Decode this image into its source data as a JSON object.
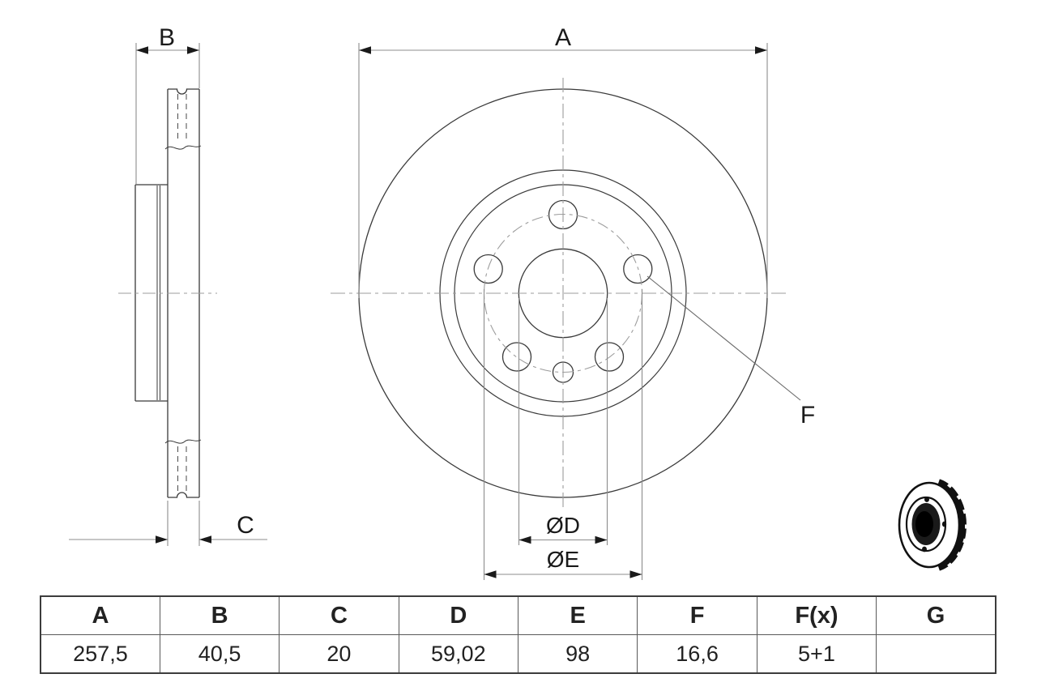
{
  "drawing": {
    "title": "brake-disc-technical-drawing",
    "dim_labels": {
      "A": "A",
      "B": "B",
      "C": "C",
      "D": "ØD",
      "E": "ØE",
      "F": "F"
    },
    "colors": {
      "outline": "#3a3a3a",
      "dimension": "#8c8c8c",
      "centerline": "#9c9c9c",
      "arrow": "#1a1a1a",
      "text": "#1a1a1a",
      "thumbnail": "#111111"
    }
  },
  "table": {
    "headers": [
      "A",
      "B",
      "C",
      "D",
      "E",
      "F",
      "F(x)",
      "G"
    ],
    "values": [
      "257,5",
      "40,5",
      "20",
      "59,02",
      "98",
      "16,6",
      "5+1",
      ""
    ]
  }
}
